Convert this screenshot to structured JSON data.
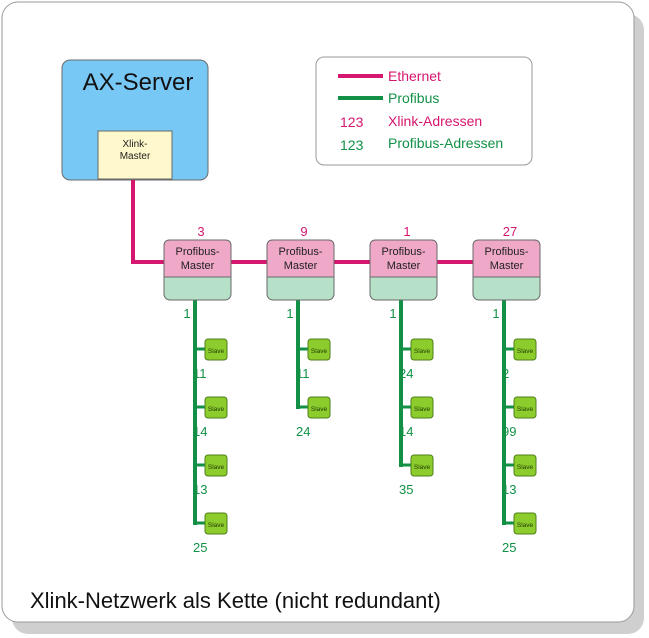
{
  "caption": "Xlink-Netzwerk als Kette (nicht redundant)",
  "server": {
    "title": "AX-Server",
    "xlink_master_line1": "Xlink-",
    "xlink_master_line2": "Master"
  },
  "legend": {
    "ethernet": "Ethernet",
    "profibus": "Profibus",
    "xlink_sample": "123",
    "xlink_label": "Xlink-Adressen",
    "profibus_sample": "123",
    "profibus_label": "Profibus-Adressen"
  },
  "colors": {
    "ethernet": "#d6176f",
    "profibus": "#129146",
    "server_fill": "#78c8f5",
    "master_top": "#f0a8c8",
    "master_bottom": "#b7e0c8",
    "slave_fill": "#8ccc2c"
  },
  "master_label_line1": "Profibus-",
  "master_label_line2": "Master",
  "slave_label": "Slave",
  "masters": [
    {
      "xlink_address": "3",
      "profibus_address": "1",
      "slaves": [
        "11",
        "14",
        "13",
        "25"
      ]
    },
    {
      "xlink_address": "9",
      "profibus_address": "1",
      "slaves": [
        "11",
        "24"
      ]
    },
    {
      "xlink_address": "1",
      "profibus_address": "1",
      "slaves": [
        "24",
        "14",
        "35"
      ]
    },
    {
      "xlink_address": "27",
      "profibus_address": "1",
      "slaves": [
        "2",
        "99",
        "13",
        "25"
      ]
    }
  ]
}
